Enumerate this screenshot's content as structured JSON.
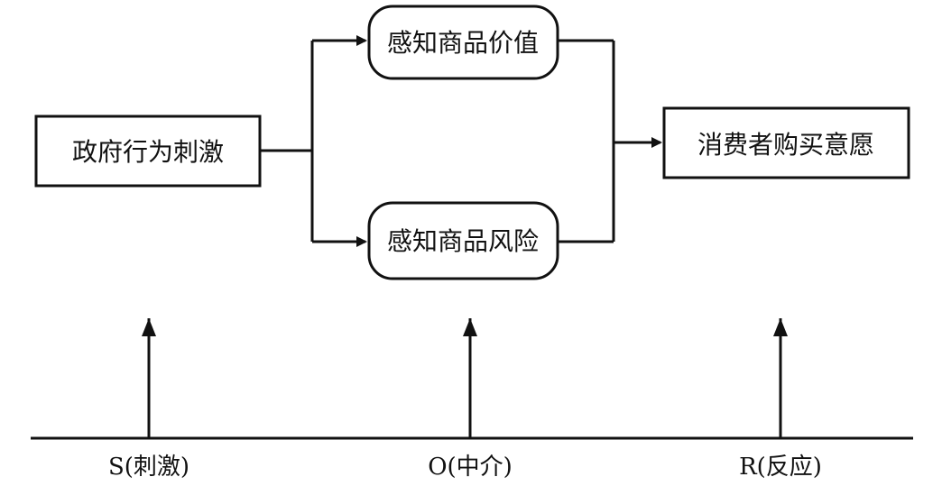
{
  "diagram": {
    "nodes": {
      "stimulus": "政府行为刺激",
      "value": "感知商品价值",
      "risk": "感知商品风险",
      "intention": "消费者购买意愿"
    },
    "axis": {
      "s_label": "S(刺激)",
      "o_label": "O(中介)",
      "r_label": "R(反应)"
    }
  }
}
